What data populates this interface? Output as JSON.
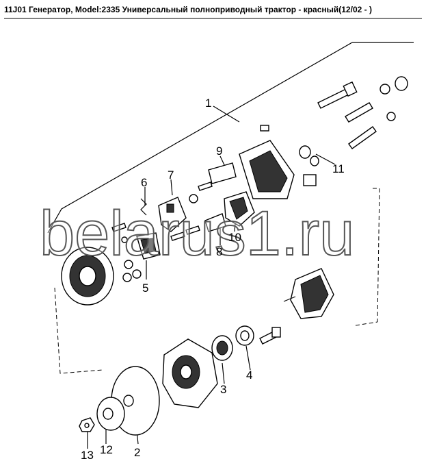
{
  "header": {
    "title": "11J01 Генератор, Model:2335 Универсальный полноприводный трактор - красный(12/02 - )"
  },
  "watermark": {
    "text": "belarus1.ru"
  },
  "callouts": {
    "c1": "1",
    "c2": "2",
    "c3": "3",
    "c4": "4",
    "c5": "5",
    "c6": "6",
    "c7": "7",
    "c8": "8",
    "c9": "9",
    "c10": "10",
    "c11": "11",
    "c12": "12",
    "c13": "13"
  },
  "colors": {
    "ink": "#000000",
    "paper": "#ffffff"
  }
}
